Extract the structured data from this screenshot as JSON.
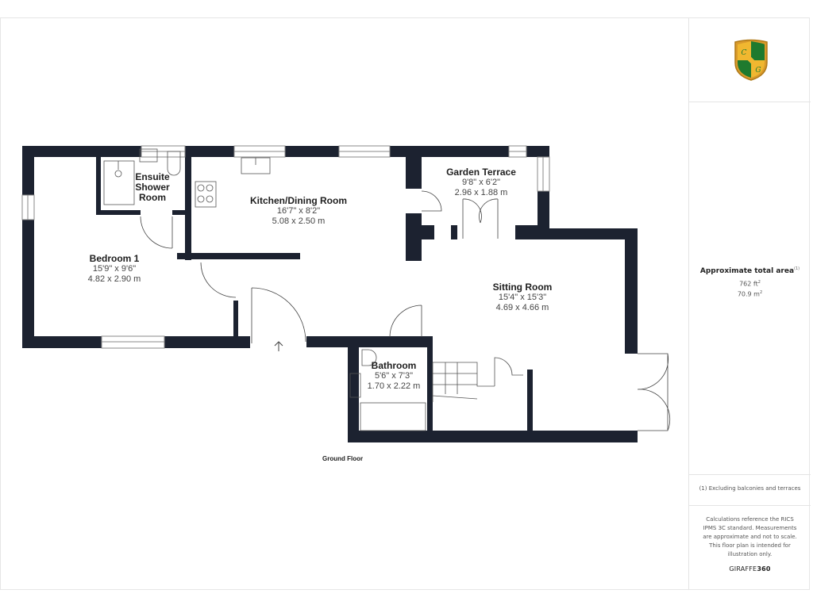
{
  "colors": {
    "wall": "#1c2230",
    "background": "#ffffff",
    "panel_border": "#e4e4e4",
    "logo_green": "#1e7a2e",
    "logo_gold": "#e8b425"
  },
  "logo": {
    "icon": "shield-crest-icon",
    "monogram": [
      "C",
      "G"
    ]
  },
  "floor": {
    "label": "Ground Floor"
  },
  "rooms": [
    {
      "name": "Ensuite\nShower\nRoom",
      "lines": [
        "Ensuite",
        "Shower",
        "Room"
      ]
    },
    {
      "name": "Kitchen/Dining Room",
      "imperial": "16'7\" x 8'2\"",
      "metric": "5.08 x 2.50 m"
    },
    {
      "name": "Garden Terrace",
      "imperial": "9'8\" x 6'2\"",
      "metric": "2.96 x 1.88 m"
    },
    {
      "name": "Bedroom 1",
      "imperial": "15'9\" x 9'6\"",
      "metric": "4.82 x 2.90 m"
    },
    {
      "name": "Sitting Room",
      "imperial": "15'4\" x 15'3\"",
      "metric": "4.69 x 4.66 m"
    },
    {
      "name": "Bathroom",
      "imperial": "5'6\" x 7'3\"",
      "metric": "1.70 x 2.22 m"
    }
  ],
  "summary": {
    "title": "Approximate total area",
    "title_note": "(1)",
    "area_ft": "762 ft",
    "area_ft_sup": "2",
    "area_m": "70.9 m",
    "area_m_sup": "2"
  },
  "footnote": "(1) Excluding balconies and terraces",
  "disclaimer": "Calculations reference the RICS IPMS 3C standard. Measurements are approximate and not to scale. This floor plan is intended for illustration only.",
  "brand": {
    "prefix": "GIRAFFE",
    "suffix": "360"
  },
  "entrance": {
    "icon": "entrance-arrow-icon"
  }
}
